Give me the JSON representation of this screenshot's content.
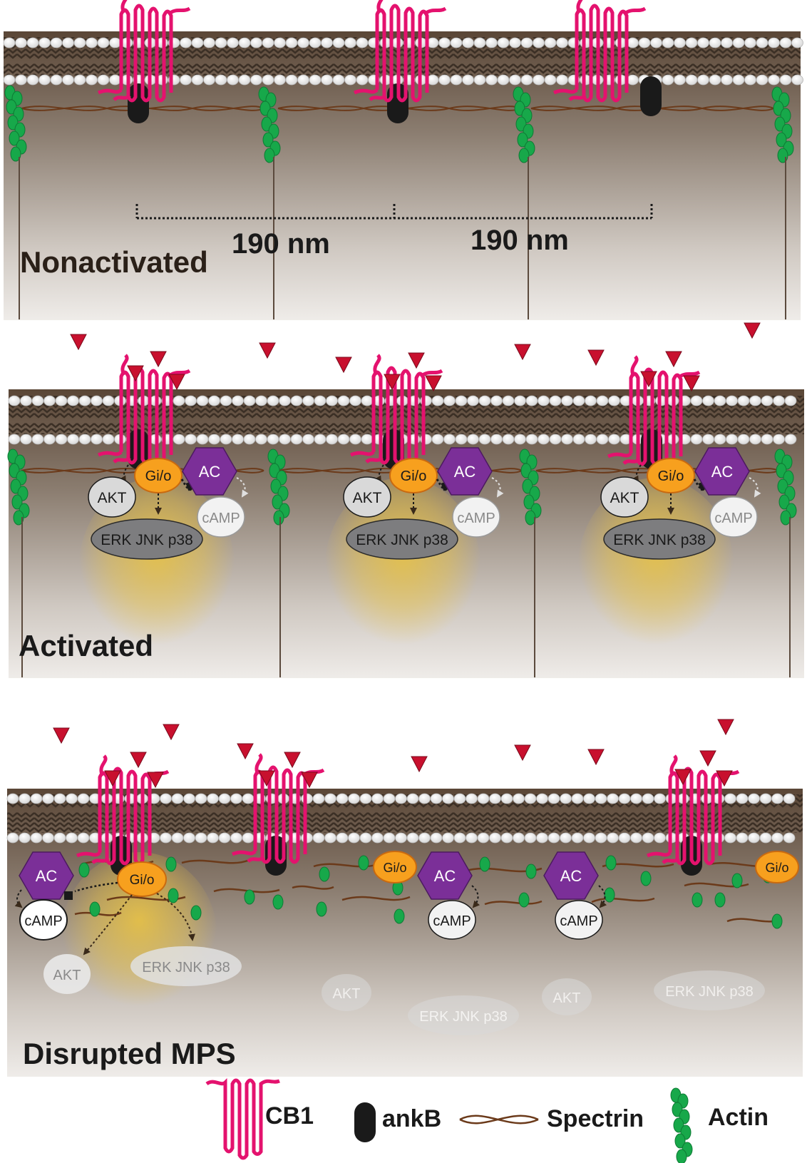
{
  "panels": {
    "nonactivated": {
      "title": "Nonactivated",
      "distance_1": "190 nm",
      "distance_2": "190 nm"
    },
    "activated": {
      "title": "Activated",
      "groups": [
        {
          "akt": "AKT",
          "gio": "Gi/o",
          "ac": "AC",
          "camp": "cAMP",
          "mapk": "ERK JNK p38"
        },
        {
          "akt": "AKT",
          "gio": "Gi/o",
          "ac": "AC",
          "camp": "cAMP",
          "mapk": "ERK JNK p38"
        },
        {
          "akt": "AKT",
          "gio": "Gi/o",
          "ac": "AC",
          "camp": "cAMP",
          "mapk": "ERK JNK p38"
        }
      ]
    },
    "disrupted": {
      "title": "Disrupted MPS",
      "ac": "AC",
      "gio": "Gi/o",
      "camp": "cAMP",
      "akt": "AKT",
      "mapk": "ERK JNK p38"
    }
  },
  "legend": {
    "cb1": "CB1",
    "ankb": "ankB",
    "spectrin": "Spectrin",
    "actin": "Actin"
  },
  "colors": {
    "cb1": "#e4126e",
    "ankb": "#1a1a1a",
    "spectrin": "#6b3a1a",
    "actin": "#17a84a",
    "ac": "#7b2f98",
    "gio": "#f7a01e",
    "ligand": "#c8102e",
    "glow": "#e8c245"
  }
}
